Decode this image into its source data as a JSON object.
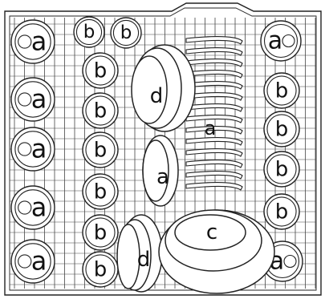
{
  "diagram": {
    "labels": {
      "a": "a",
      "b": "b",
      "c": "c",
      "d": "d"
    }
  }
}
